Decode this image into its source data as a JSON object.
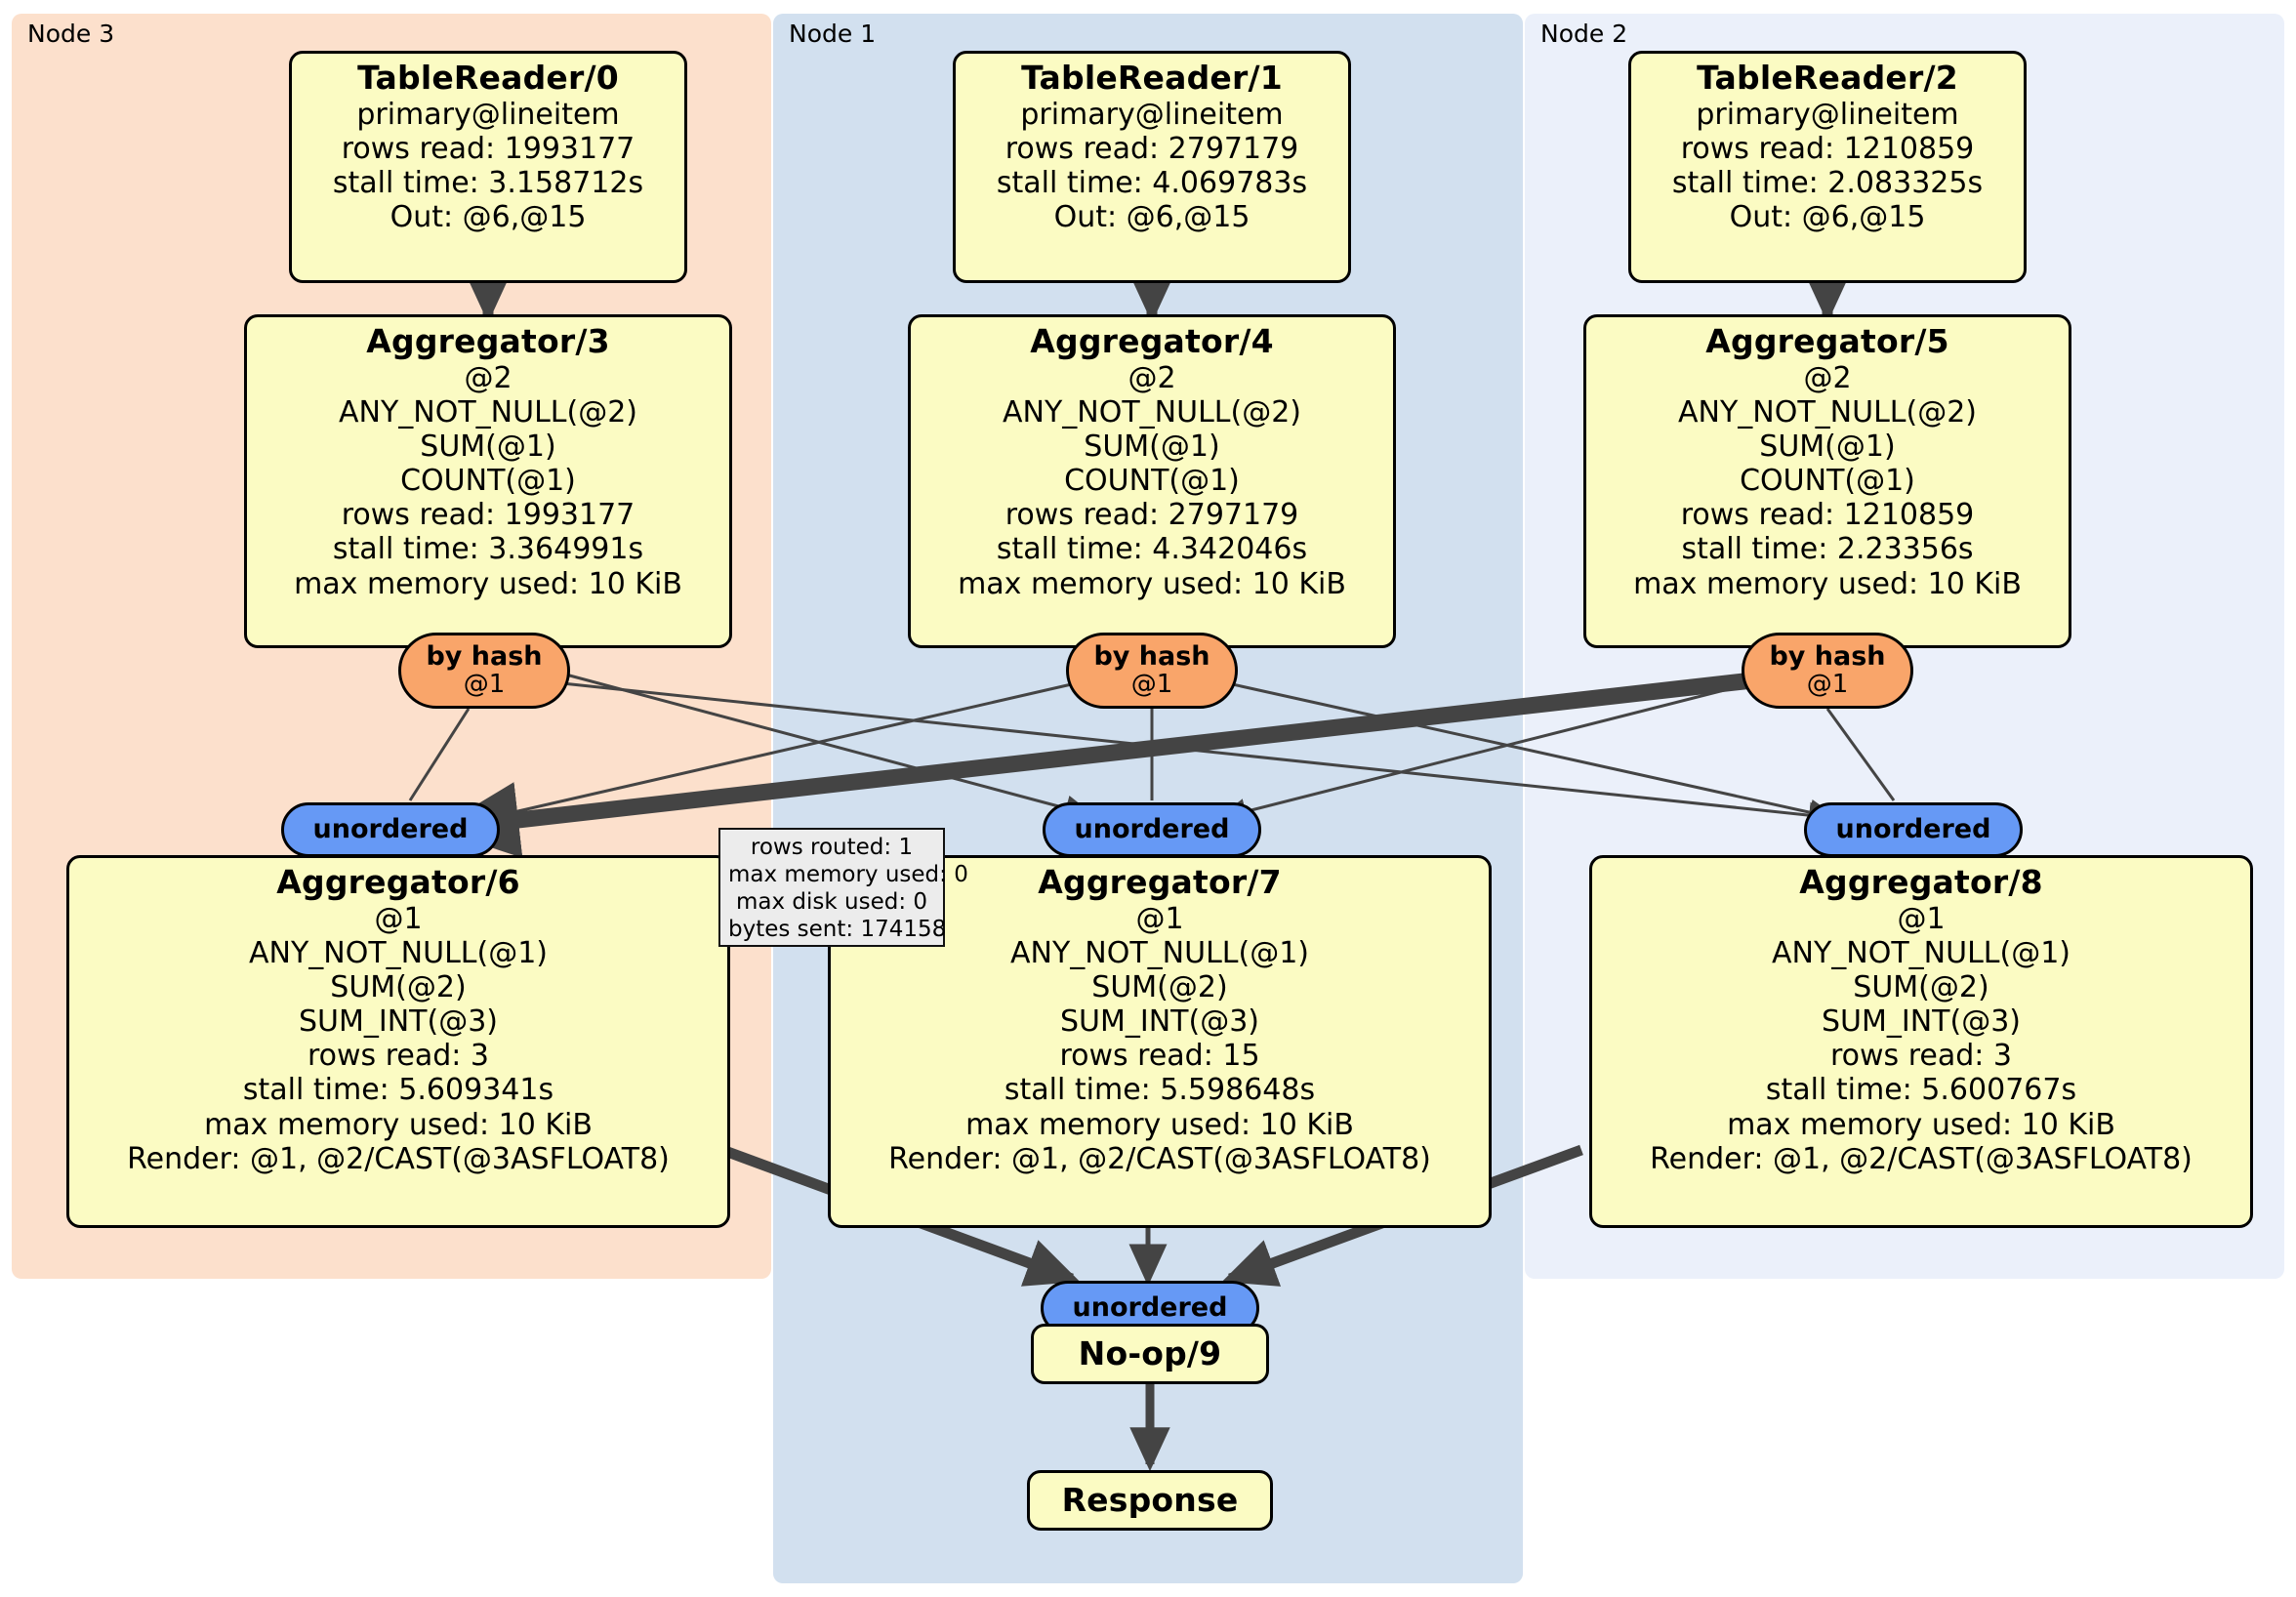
{
  "clusters": [
    {
      "label": "Node 3",
      "color": "#fce0cc"
    },
    {
      "label": "Node 1",
      "color": "#d2e0ef"
    },
    {
      "label": "Node 2",
      "color": "#ebf0fa"
    }
  ],
  "colors": {
    "operator_fill": "#fbfbc3",
    "operator_border": "#000000",
    "hash_pill_fill": "#f9a56a",
    "unordered_pill_fill": "#6699f5",
    "stats_fill": "#ececec",
    "edge": "#444444"
  },
  "readers": [
    {
      "title": "TableReader/0",
      "lines": [
        "primary@lineitem",
        "rows read: 1993177",
        "stall time: 3.158712s",
        "Out: @6,@15"
      ]
    },
    {
      "title": "TableReader/1",
      "lines": [
        "primary@lineitem",
        "rows read: 2797179",
        "stall time: 4.069783s",
        "Out: @6,@15"
      ]
    },
    {
      "title": "TableReader/2",
      "lines": [
        "primary@lineitem",
        "rows read: 1210859",
        "stall time: 2.083325s",
        "Out: @6,@15"
      ]
    }
  ],
  "local_aggregators": [
    {
      "title": "Aggregator/3",
      "lines": [
        "@2",
        "ANY_NOT_NULL(@2)",
        "SUM(@1)",
        "COUNT(@1)",
        "rows read: 1993177",
        "stall time: 3.364991s",
        "max memory used: 10 KiB"
      ]
    },
    {
      "title": "Aggregator/4",
      "lines": [
        "@2",
        "ANY_NOT_NULL(@2)",
        "SUM(@1)",
        "COUNT(@1)",
        "rows read: 2797179",
        "stall time: 4.342046s",
        "max memory used: 10 KiB"
      ]
    },
    {
      "title": "Aggregator/5",
      "lines": [
        "@2",
        "ANY_NOT_NULL(@2)",
        "SUM(@1)",
        "COUNT(@1)",
        "rows read: 1210859",
        "stall time: 2.23356s",
        "max memory used: 10 KiB"
      ]
    }
  ],
  "hash_pills": [
    {
      "title": "by hash",
      "sub": "@1"
    },
    {
      "title": "by hash",
      "sub": "@1"
    },
    {
      "title": "by hash",
      "sub": "@1"
    }
  ],
  "unordered_pills": [
    {
      "title": "unordered"
    },
    {
      "title": "unordered"
    },
    {
      "title": "unordered"
    }
  ],
  "final_aggregators": [
    {
      "title": "Aggregator/6",
      "lines": [
        "@1",
        "ANY_NOT_NULL(@1)",
        "SUM(@2)",
        "SUM_INT(@3)",
        "rows read: 3",
        "stall time: 5.609341s",
        "max memory used: 10 KiB",
        "Render: @1, @2/CAST(@3ASFLOAT8)"
      ]
    },
    {
      "title": "Aggregator/7",
      "lines": [
        "@1",
        "ANY_NOT_NULL(@1)",
        "SUM(@2)",
        "SUM_INT(@3)",
        "rows read: 15",
        "stall time: 5.598648s",
        "max memory used: 10 KiB",
        "Render: @1, @2/CAST(@3ASFLOAT8)"
      ]
    },
    {
      "title": "Aggregator/8",
      "lines": [
        "@1",
        "ANY_NOT_NULL(@1)",
        "SUM(@2)",
        "SUM_INT(@3)",
        "rows read: 3",
        "stall time: 5.600767s",
        "max memory used: 10 KiB",
        "Render: @1, @2/CAST(@3ASFLOAT8)"
      ]
    }
  ],
  "stats_box": {
    "lines": [
      "rows routed: 1",
      "max memory used: 0",
      "max disk used: 0",
      "bytes sent: 174158"
    ]
  },
  "merge_pill": {
    "title": "unordered"
  },
  "noop": {
    "title": "No-op/9"
  },
  "response": {
    "title": "Response"
  }
}
